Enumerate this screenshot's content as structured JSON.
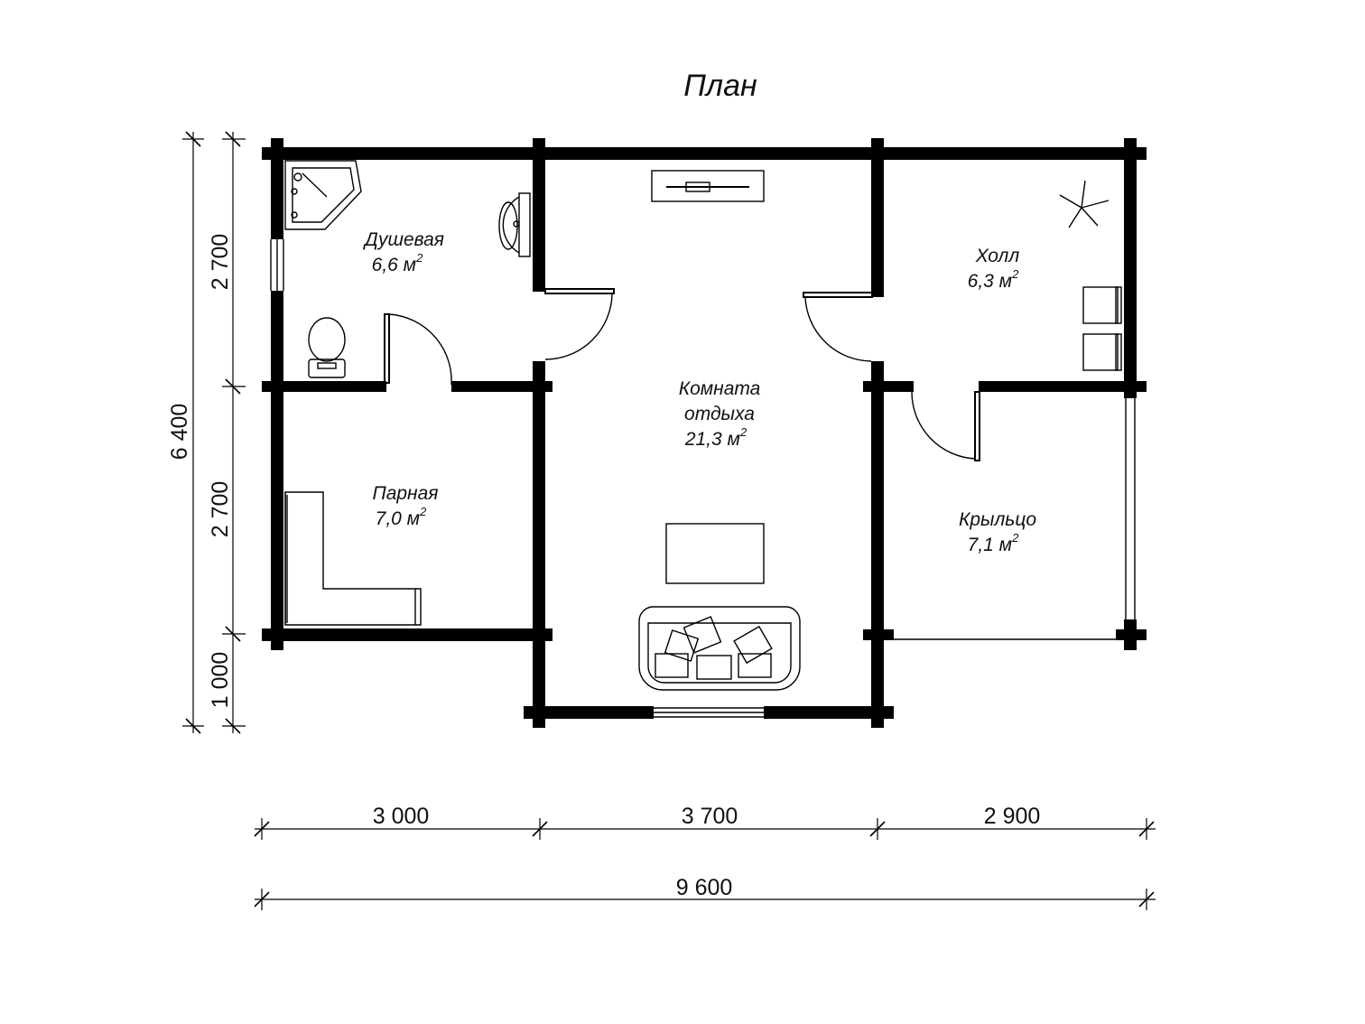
{
  "title": "План",
  "rooms": [
    {
      "id": "shower",
      "name": "Душевая",
      "area": "6,6 м",
      "sup": "2"
    },
    {
      "id": "lounge_line1",
      "name": "Комната"
    },
    {
      "id": "lounge",
      "name": "отдыха",
      "area": "21,3 м",
      "sup": "2"
    },
    {
      "id": "hall",
      "name": "Холл",
      "area": "6,3 м",
      "sup": "2"
    },
    {
      "id": "steam",
      "name": "Парная",
      "area": "7,0 м",
      "sup": "2"
    },
    {
      "id": "porch",
      "name": "Крыльцо",
      "area": "7,1 м",
      "sup": "2"
    }
  ],
  "dimensions": {
    "horizontal": [
      "3 000",
      "3 700",
      "2 900"
    ],
    "total_horizontal": "9 600",
    "vertical": [
      "2 700",
      "2 700",
      "1 000"
    ],
    "total_vertical": "6 400"
  },
  "colors": {
    "wall": "#000000",
    "background": "#ffffff"
  }
}
